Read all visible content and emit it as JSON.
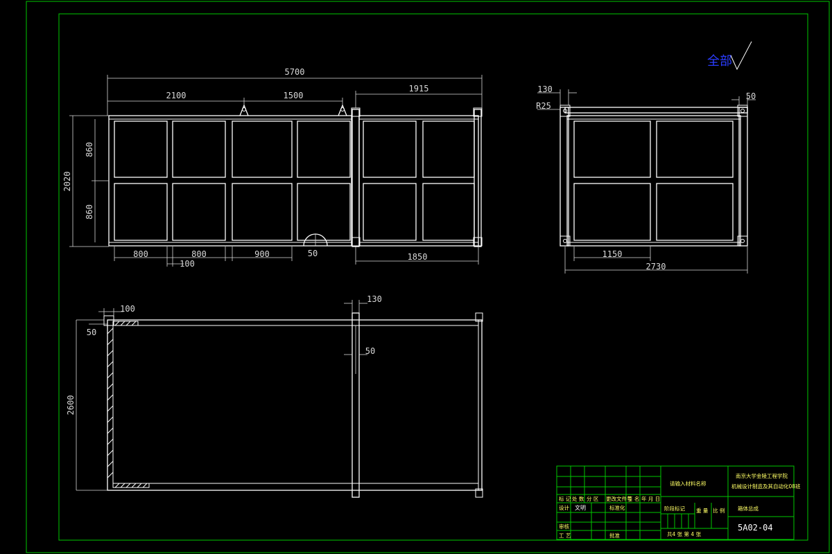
{
  "front_view": {
    "dims": {
      "overall_length": "5700",
      "span_a": "2100",
      "span_b": "1500",
      "end_section": "1915",
      "height": "2020",
      "upper_panel": "860",
      "lower_panel": "860",
      "bay_1": "800",
      "bay_2": "800",
      "bay_3": "900",
      "post_width": "100",
      "hinge": "50",
      "end_bottom": "1850"
    }
  },
  "side_view": {
    "dims": {
      "offset_left": "130",
      "radius": "R25",
      "offset_right": "50",
      "bay": "1150",
      "overall_width": "2730"
    }
  },
  "plan_view": {
    "dims": {
      "edge": "100",
      "wall": "50",
      "post": "130",
      "post_wall": "50",
      "depth": "2600"
    }
  },
  "surface_mark": {
    "label": "全部"
  },
  "title_block": {
    "part_name": "请输入材料名称",
    "school_line1": "南京大学金陵工程学院",
    "school_line2": "机械设计制造及其自动化08班",
    "assembly_name": "箱体总成",
    "drawing_number": "5A02-04",
    "rev_headers": [
      "标 记",
      "处 数",
      "分 区",
      "更改文件号",
      "签 名",
      "年 月 日"
    ],
    "row_design": "设计",
    "designer": "文明",
    "row_standard": "标准化",
    "row_review": "审核",
    "row_process": "工 艺",
    "row_approve": "批准",
    "stage_marks": "阶段标记",
    "weight": "重 量",
    "scale": "比 例",
    "sheets": "共4 张 第 4 张"
  },
  "colors": {
    "background": "#000000",
    "lines": "#ffffff",
    "border": "#00c800",
    "title_text": "#ffff66",
    "mark_text": "#2a3cff"
  }
}
